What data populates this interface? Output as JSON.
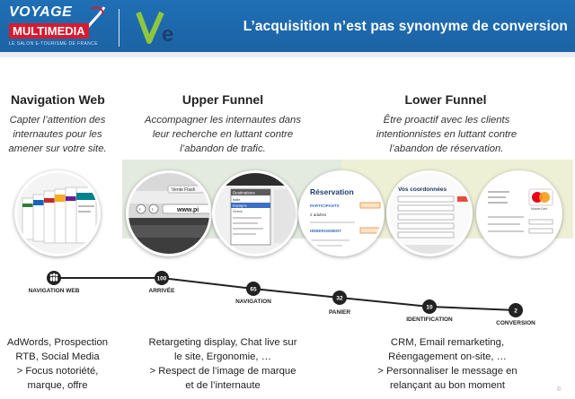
{
  "header": {
    "brand_top": "VOYAGE",
    "brand_box": "MULTIMEDIA",
    "brand_tagline": "LE SALON E-TOURISME DE FRANCE",
    "partner_logo": "Ve",
    "title": "L’acquisition n’est pas synonyme de conversion",
    "colors": {
      "header_bg": "#1f6fb5",
      "brand_red": "#d61b31",
      "ve_green": "#8dc63f"
    }
  },
  "columns": [
    {
      "title": "Navigation Web",
      "desc": [
        "Capter l’attention des",
        "internautes pour les",
        "amener sur votre site."
      ],
      "bottom": [
        "AdWords, Prospection",
        "RTB, Social Media",
        "> Focus notoriété,",
        "marque, offre"
      ]
    },
    {
      "title": "Upper Funnel",
      "desc": [
        "Accompagner les internautes dans",
        "leur recherche en luttant contre",
        "l’abandon de trafic."
      ],
      "bottom": [
        "Retargeting display, Chat live sur",
        "le site, Ergonomie, …",
        "> Respect de l’image de marque",
        "et de l’internaute"
      ]
    },
    {
      "title": "Lower Funnel",
      "desc": [
        "Être proactif avec les clients",
        "intentionnistes en luttant contre",
        "l’abandon de réservation."
      ],
      "bottom": [
        "CRM, Email remarketing,",
        "Réengagement on-site, …",
        "> Personnaliser le message en",
        "relançant au bon moment"
      ]
    }
  ],
  "funnel": {
    "nodes": [
      {
        "value": "",
        "label": "NAVIGATION WEB",
        "icon": "people-icon"
      },
      {
        "value": "100",
        "label": "ARRIVÉE"
      },
      {
        "value": "65",
        "label": "NAVIGATION"
      },
      {
        "value": "32",
        "label": "PANIER"
      },
      {
        "value": "10",
        "label": "IDENTIFICATION"
      },
      {
        "value": "2",
        "label": "CONVERSION"
      }
    ]
  },
  "screens": {
    "browser_tab": "Vente Flash",
    "browser_url": "www.pi",
    "menu_items": [
      "Destinations",
      "Italie",
      "Espagne",
      "Grèce"
    ],
    "reservation_title": "Réservation",
    "reservation_participants": "PARTICIPANTS",
    "reservation_adults": "2 adultes",
    "reservation_hebergement": "HÉBERGEMENT",
    "coords_title": "Vos coordonnées",
    "payment_brand": "MasterCard"
  },
  "footer_mark": "©"
}
